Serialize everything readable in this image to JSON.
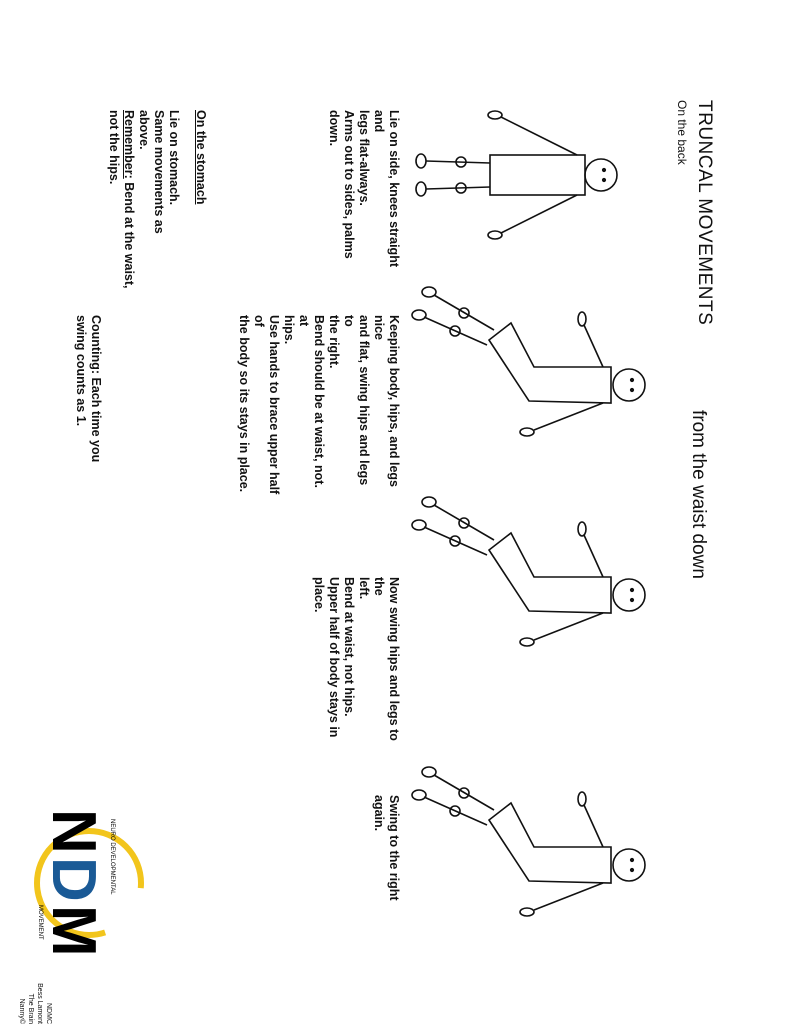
{
  "header": {
    "title": "TRUNCAL MOVEMENTS",
    "subtitle": "On the back",
    "heading_right": "from the waist down"
  },
  "steps": [
    {
      "lines": [
        "Lie on side, knees straight",
        "and",
        "legs flat-always.",
        "Arms out to sides, palms",
        "down."
      ]
    },
    {
      "lines": [
        "Keeping body, hips, and legs",
        "nice",
        "and flat, swing hips and legs",
        "to",
        "the right.",
        "Bend should be at waist, not.",
        "at",
        "hips.",
        "Use hands to brace upper half",
        "of",
        "the body so its stays in place."
      ]
    },
    {
      "lines": [
        "Now swing hips and legs to",
        "the",
        "left.",
        "Bend at waist, not hips.",
        "Upper half of body stays in",
        "place."
      ]
    },
    {
      "lines": [
        "Swing to the right",
        "again."
      ]
    }
  ],
  "stomach": {
    "heading": "On the stomach",
    "lines": [
      "Lie on stomach.",
      "Same movements as",
      "above."
    ],
    "remember_label": "Remember:",
    "remember_text": " Bend at the waist,",
    "remember_line2": "not the hips."
  },
  "counting": {
    "lines": [
      "Counting: Each time you",
      "swing counts as 1."
    ]
  },
  "logo": {
    "letters": "NDM",
    "top_text": "NEURO DEVELOPMENTAL",
    "bottom_text": "MOVEMENT",
    "colors": {
      "ring": "#f2c51c",
      "d": "#1a5a96",
      "nm": "#000000"
    }
  },
  "credit": {
    "lines": [
      "NDMC",
      "Bess Lamont",
      "The Brain Nanny©"
    ]
  }
}
